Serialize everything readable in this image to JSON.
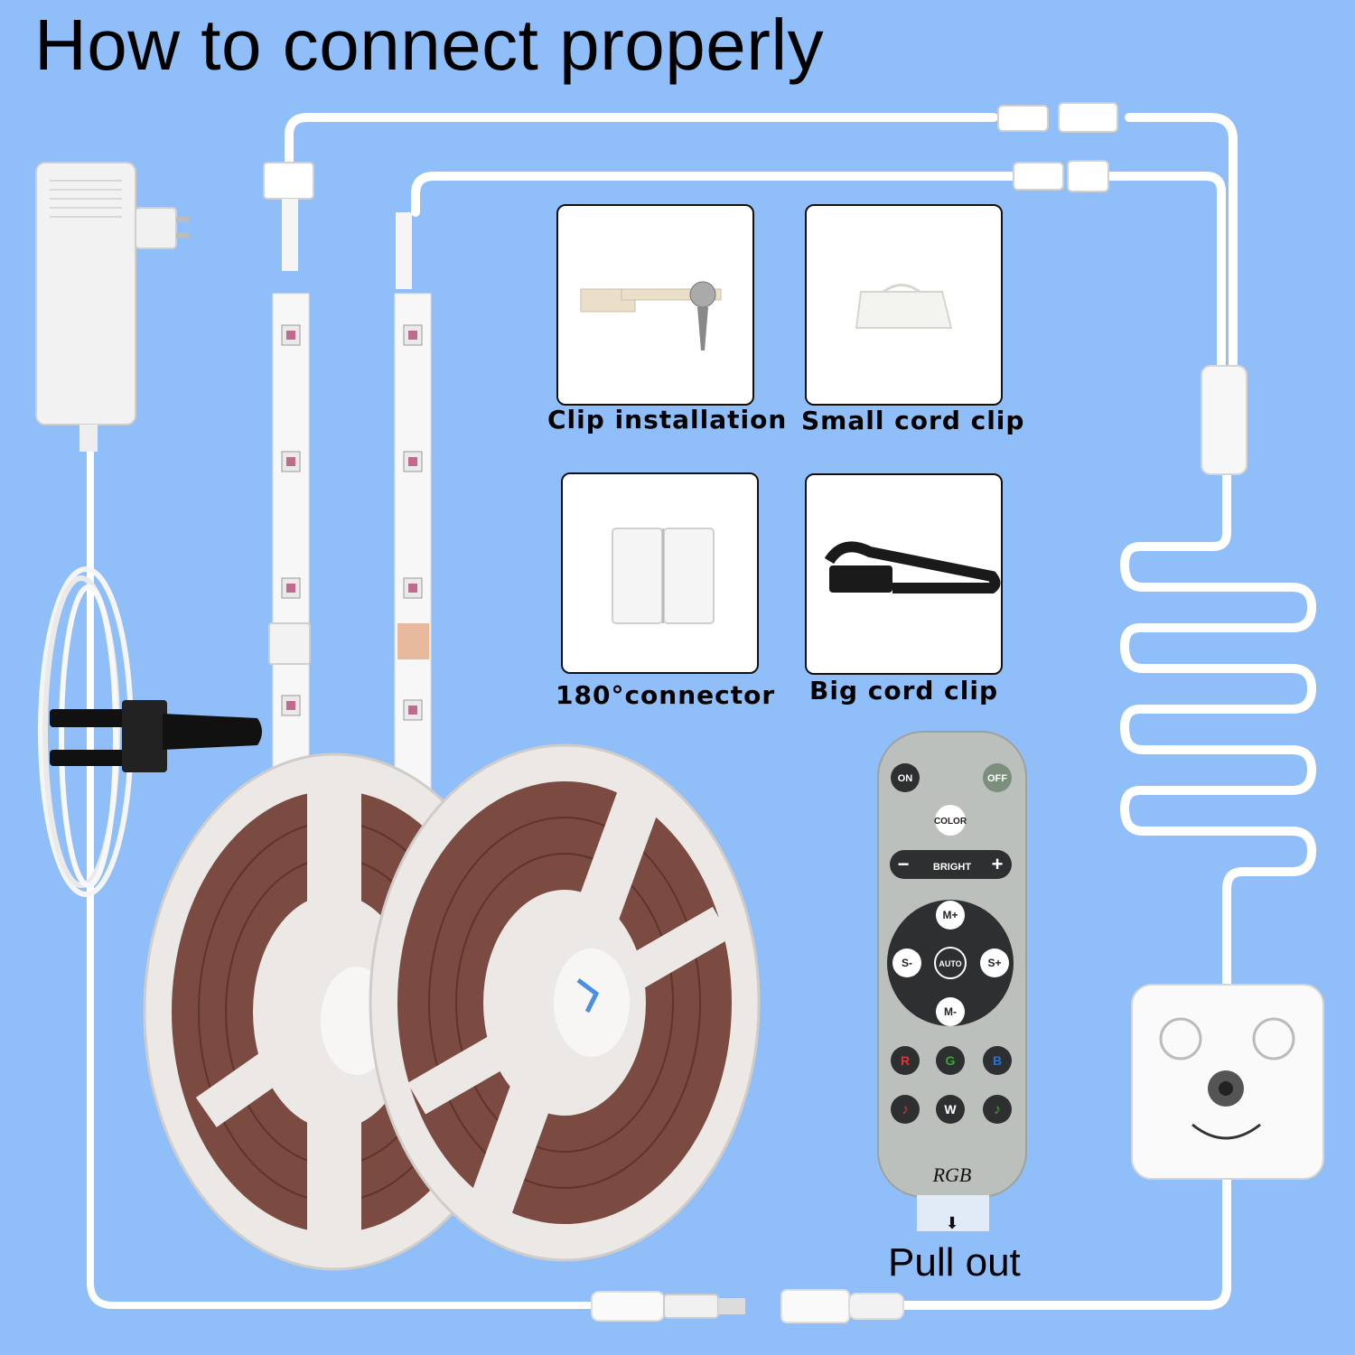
{
  "title": "How to connect properly",
  "accessories": [
    {
      "caption": "Clip installation",
      "icon": "mounting-clip-with-screw"
    },
    {
      "caption": "Small cord clip",
      "icon": "small-cord-clip"
    },
    {
      "caption": "180°connector",
      "icon": "strip-connector"
    },
    {
      "caption": "Big cord clip",
      "icon": "cable-tie-clip"
    }
  ],
  "remote": {
    "on": "ON",
    "off": "OFF",
    "color": "COLOR",
    "bright": "BRIGHT",
    "minus": "−",
    "plus": "+",
    "m_plus": "M+",
    "m_minus": "M-",
    "s_minus": "S-",
    "s_plus": "S+",
    "auto": "AUTO",
    "r": "R",
    "g": "G",
    "b": "B",
    "w": "W",
    "logo": "RGB",
    "colors": {
      "body": "#bcc0bd",
      "pad": "#2d2f31",
      "red": "#d23a3a",
      "green": "#3aa53a",
      "blue": "#2f6fcf",
      "off": "#7b8f7c"
    }
  },
  "pull_out": "Pull out",
  "colors": {
    "background": "#8fbef8",
    "cable": "#ffffff",
    "reel": "#e4e0de",
    "strip_core": "#7b4a40"
  }
}
